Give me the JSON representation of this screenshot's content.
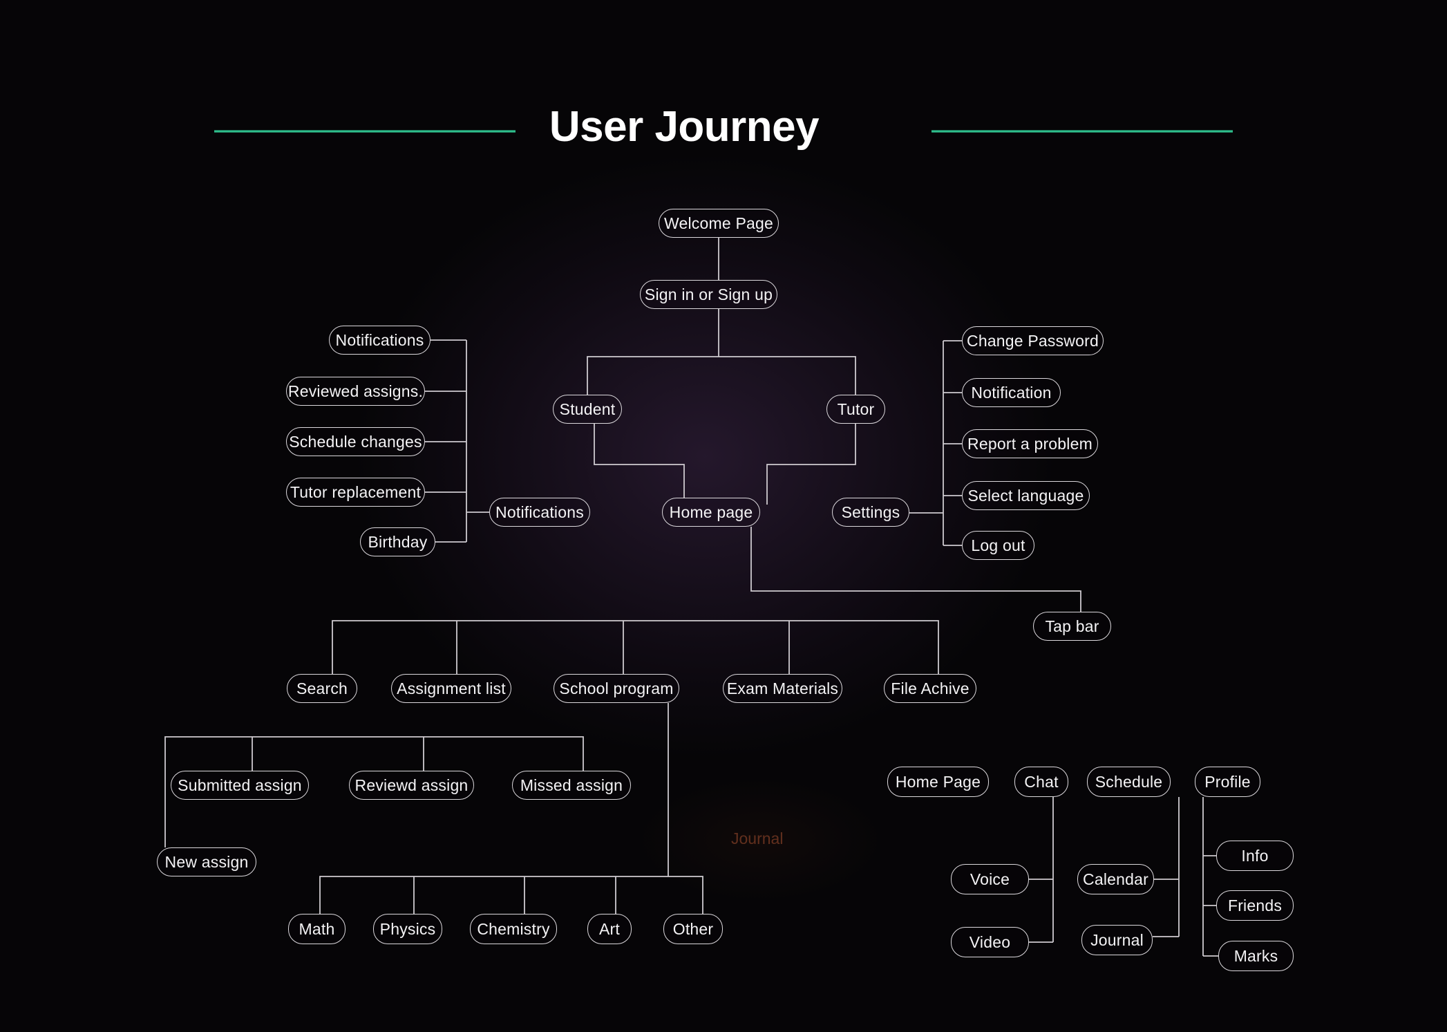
{
  "title": "User Journey",
  "colors": {
    "background": "#060507",
    "connector": "#cfcbd0",
    "node_border": "#dcd9dd",
    "node_text": "#f4f3f5",
    "accent_line": "#2fbf8d",
    "ghost_text": "rgba(158,76,44,0.58)"
  },
  "nodes": {
    "welcome": "Welcome Page",
    "signin": "Sign in or Sign up",
    "student": "Student",
    "tutor": "Tutor",
    "notifications_top": "Notifications",
    "reviewed_assigns": "Reviewed assigns.",
    "schedule_changes": "Schedule changes",
    "tutor_replacement": "Tutor replacement",
    "birthday": "Birthday",
    "notifications_hub": "Notifications",
    "home_page": "Home page",
    "settings": "Settings",
    "change_password": "Change Password",
    "notification": "Notification",
    "report_problem": "Report a problem",
    "select_language": "Select language",
    "log_out": "Log out",
    "tap_bar": "Tap bar",
    "search": "Search",
    "assignment_list": "Assignment list",
    "school_program": "School program",
    "exam_materials": "Exam Materials",
    "file_achive": "File Achive",
    "submitted_assign": "Submitted assign",
    "reviewd_assign": "Reviewd assign",
    "missed_assign": "Missed assign",
    "new_assign": "New assign",
    "math": "Math",
    "physics": "Physics",
    "chemistry": "Chemistry",
    "art": "Art",
    "other": "Other",
    "journal_ghost": "Journal",
    "home_page_tab": "Home Page",
    "chat": "Chat",
    "schedule_tab": "Schedule",
    "profile": "Profile",
    "voice": "Voice",
    "video": "Video",
    "calendar": "Calendar",
    "journal": "Journal",
    "info": "Info",
    "friends": "Friends",
    "marks": "Marks"
  },
  "edges": [
    "welcome->signin",
    "signin->student",
    "signin->tutor",
    "student->home_page",
    "tutor->home_page",
    "notifications_top->notifications_hub",
    "reviewed_assigns->notifications_hub",
    "schedule_changes->notifications_hub",
    "tutor_replacement->notifications_hub",
    "birthday->notifications_hub",
    "change_password->settings",
    "notification->settings",
    "report_problem->settings",
    "select_language->settings",
    "log_out->settings",
    "home_page->tap_bar",
    "row2_header->search",
    "row2_header->assignment_list",
    "row2_header->school_program",
    "row2_header->exam_materials",
    "row2_header->file_achive",
    "school_program->math",
    "school_program->physics",
    "school_program->chemistry",
    "school_program->art",
    "school_program->other",
    "assign_header->submitted_assign",
    "assign_header->reviewd_assign",
    "assign_header->missed_assign",
    "assign_header->new_assign",
    "chat->voice",
    "chat->video",
    "schedule_tab->calendar",
    "schedule_tab->journal",
    "profile->info",
    "profile->friends",
    "profile->marks"
  ]
}
